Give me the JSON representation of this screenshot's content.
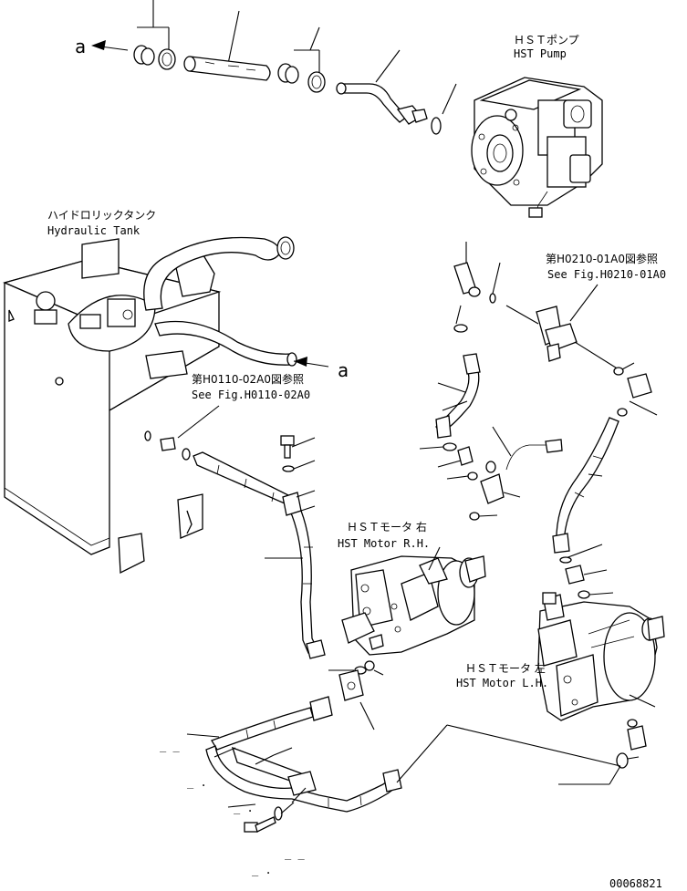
{
  "labels": {
    "hst_pump_jp": "ＨＳＴポンプ",
    "hst_pump_en": "HST Pump",
    "hydraulic_tank_jp": "ハイドロリックタンク",
    "hydraulic_tank_en": "Hydraulic Tank",
    "ref_h0210_jp": "第H0210-01A0図参照",
    "ref_h0210_en": "See Fig.H0210-01A0",
    "ref_h0110_jp": "第H0110-02A0図参照",
    "ref_h0110_en": "See Fig.H0110-02A0",
    "hst_motor_rh_jp": "ＨＳＴモータ 右",
    "hst_motor_rh_en": "HST Motor R.H.",
    "hst_motor_lh_jp": "ＨＳＴモータ 左",
    "hst_motor_lh_en": "HST Motor L.H.",
    "arrow_a_top": "a",
    "arrow_a_mid": "a",
    "dash_1": "_ _",
    "dash_2": "_ .",
    "dash_3": "_ .",
    "dash_4": "_ .",
    "dash_5": "_ _",
    "figure_number": "00068821"
  }
}
